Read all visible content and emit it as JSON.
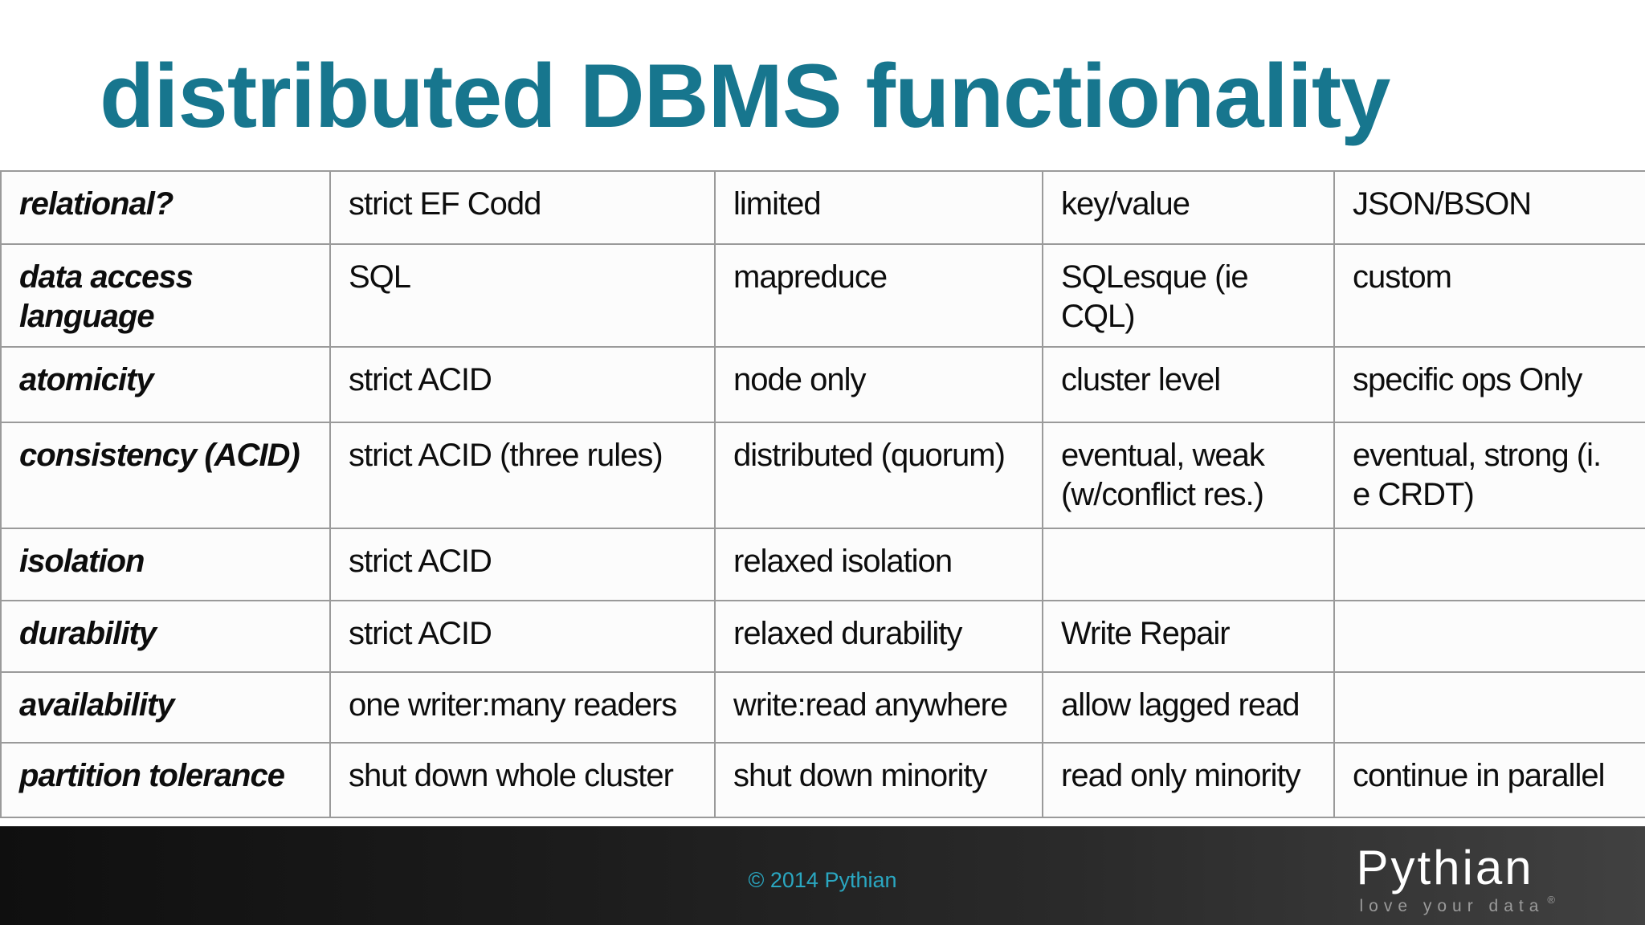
{
  "slide": {
    "title": "distributed DBMS functionality"
  },
  "table": {
    "rows": [
      {
        "header": "relational?",
        "cells": [
          "strict EF Codd",
          "limited",
          "key/value",
          "JSON/BSON"
        ]
      },
      {
        "header": "data access\nlanguage",
        "cells": [
          "SQL",
          "mapreduce",
          "SQLesque (ie\nCQL)",
          "custom"
        ]
      },
      {
        "header": "atomicity",
        "cells": [
          "strict ACID",
          "node only",
          "cluster level",
          "specific ops Only"
        ]
      },
      {
        "header": "consistency (ACID)",
        "cells": [
          "strict ACID (three rules)",
          "distributed (quorum)",
          "eventual, weak\n(w/conflict res.)",
          "eventual, strong (i.\ne CRDT)"
        ]
      },
      {
        "header": "isolation",
        "cells": [
          "strict ACID",
          "relaxed isolation",
          "",
          ""
        ]
      },
      {
        "header": "durability",
        "cells": [
          "strict ACID",
          "relaxed durability",
          "Write Repair",
          ""
        ]
      },
      {
        "header": "availability",
        "cells": [
          "one writer:many readers",
          "write:read anywhere",
          "allow lagged read",
          ""
        ]
      },
      {
        "header": "partition tolerance",
        "cells": [
          "shut down whole cluster",
          "shut down minority",
          "read only minority",
          "continue in parallel"
        ]
      }
    ]
  },
  "footer": {
    "copyright": "© 2014 Pythian",
    "logo_text": "Pythian",
    "logo_tagline": "love your data",
    "registered_mark": "®"
  },
  "colors": {
    "title_teal": "#17768e",
    "footer_copyright_teal": "#2aa7c1",
    "logo_white": "#ffffff",
    "tagline_gray": "#9b9b9b",
    "table_border_gray": "#9a9a9a"
  }
}
